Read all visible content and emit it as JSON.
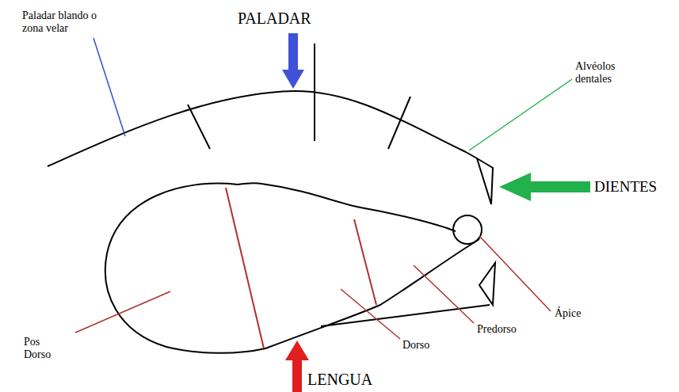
{
  "diagram": {
    "labels": [
      "PALADAR",
      "Paladar blando o zona velar",
      "Alvéolos dentales",
      "DIENTES",
      "Ápice",
      "Predorso",
      "Dorso",
      "Pos Dorso",
      "LENGUA"
    ]
  }
}
